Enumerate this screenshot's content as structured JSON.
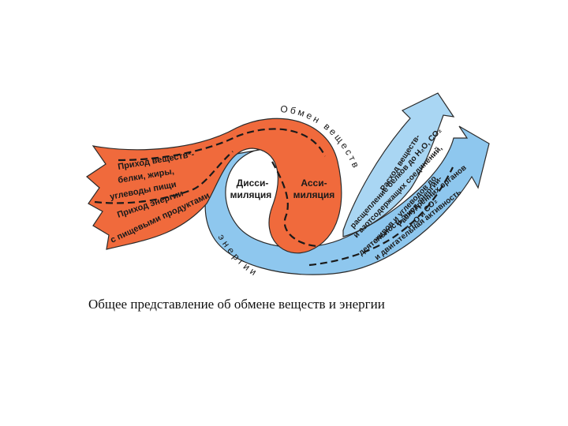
{
  "diagram": {
    "arc_top": "Обмен веществ и",
    "arc_bottom": "энергии",
    "orange": {
      "line1": "Приход веществ*-",
      "line2": "белки, жиры,",
      "line3": "углеводы пищи",
      "line4": "Приход энергии",
      "line5": "с пищевыми продуктами"
    },
    "center": {
      "diss_1": "Дисси-",
      "diss_2": "миляция",
      "assim_1": "Асси-",
      "assim_2": "миляция"
    },
    "blue1": {
      "line1": "Расход веществ-",
      "line2": "расщепление белков до H₂O, CO₂",
      "line3": "и азотсодержащих соединений,",
      "line4": "жиров и углеводов до",
      "line5": "H₂O и CO₂"
    },
    "blue2": {
      "line1": "Расход энергии-",
      "line2": "деятельность внутренних органов",
      "line3": "и двигательная активность"
    }
  },
  "caption": "Общее представление об обмене веществ и энергии",
  "colors": {
    "orange": "#f06a3c",
    "orange_light": "#f4835a",
    "blue": "#8ec7ee",
    "blue_light": "#a9d6f3",
    "outline": "#2a2a2a"
  }
}
